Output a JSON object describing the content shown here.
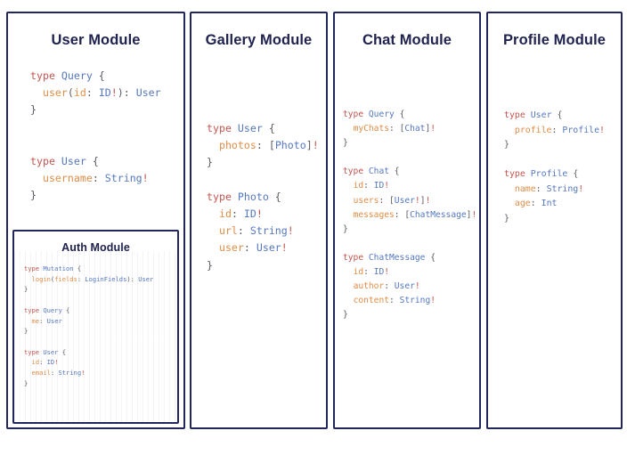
{
  "colors": {
    "border": "#23265c",
    "title": "#20234f",
    "keyword": "#c25650",
    "typename": "#5578c0",
    "field": "#e08d48",
    "punctuation": "#5b5b63",
    "background": "#ffffff"
  },
  "cards": [
    {
      "id": "user",
      "title": "User Module",
      "code_lines": [
        "type Query {",
        "  user(id: ID!): User",
        "}",
        "",
        "",
        "type User {",
        "  username: String!",
        "}"
      ],
      "nested": {
        "id": "auth",
        "title": "Auth Module",
        "code_lines": [
          "type Mutation {",
          "  login(fields: LoginFields): User",
          "}",
          "",
          "type Query {",
          "  me: User",
          "}",
          "",
          "type User {",
          "  id: ID!",
          "  email: String!",
          "}"
        ]
      }
    },
    {
      "id": "gallery",
      "title": "Gallery Module",
      "code_lines": [
        "type User {",
        "  photos: [Photo]!",
        "}",
        "",
        "type Photo {",
        "  id: ID!",
        "  url: String!",
        "  user: User!",
        "}"
      ]
    },
    {
      "id": "chat",
      "title": "Chat Module",
      "code_lines": [
        "type Query {",
        "  myChats: [Chat]!",
        "}",
        "",
        "type Chat {",
        "  id: ID!",
        "  users: [User!]!",
        "  messages: [ChatMessage]!",
        "}",
        "",
        "type ChatMessage {",
        "  id: ID!",
        "  author: User!",
        "  content: String!",
        "}"
      ]
    },
    {
      "id": "profile",
      "title": "Profile Module",
      "code_lines": [
        "type User {",
        "  profile: Profile!",
        "}",
        "",
        "type Profile {",
        "  name: String!",
        "  age: Int",
        "}"
      ]
    }
  ]
}
